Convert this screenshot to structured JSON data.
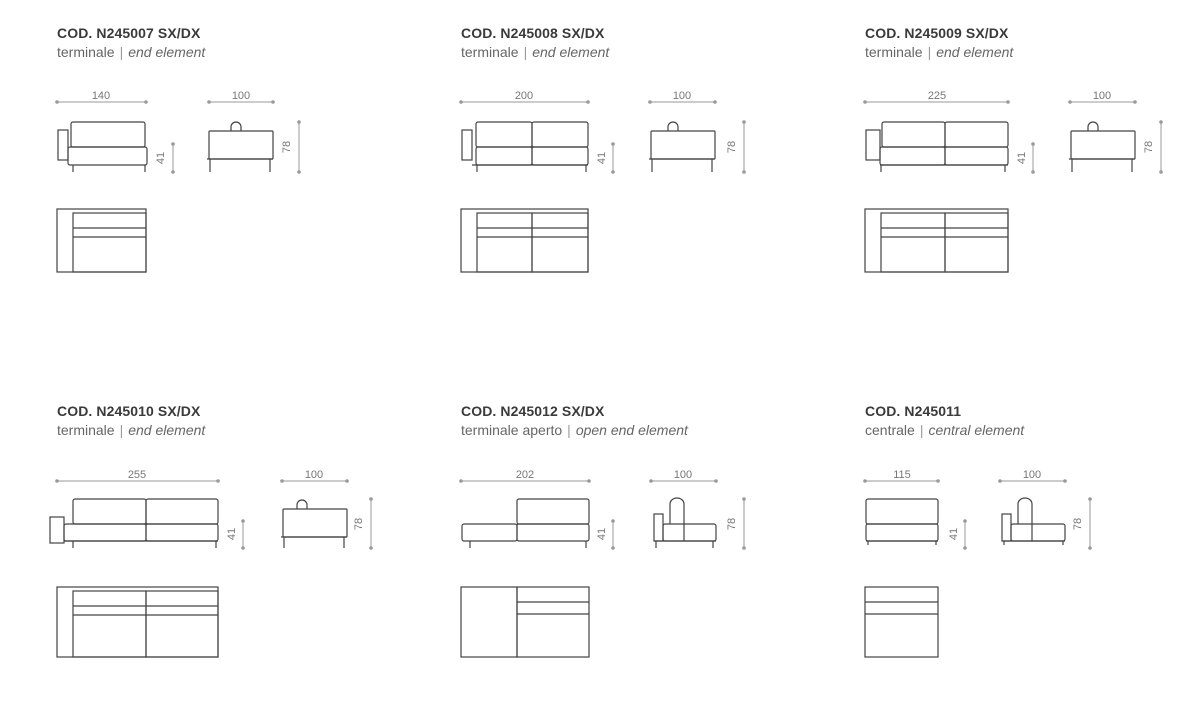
{
  "modules": [
    {
      "code": "COD. N245007 SX/DX",
      "label_it": "terminale",
      "label_en": "end element",
      "width": "140",
      "depth": "100",
      "seat_height": "41",
      "height": "78"
    },
    {
      "code": "COD. N245008 SX/DX",
      "label_it": "terminale",
      "label_en": "end element",
      "width": "200",
      "depth": "100",
      "seat_height": "41",
      "height": "78"
    },
    {
      "code": "COD. N245009 SX/DX",
      "label_it": "terminale",
      "label_en": "end element",
      "width": "225",
      "depth": "100",
      "seat_height": "41",
      "height": "78"
    },
    {
      "code": "COD. N245010 SX/DX",
      "label_it": "terminale",
      "label_en": "end element",
      "width": "255",
      "depth": "100",
      "seat_height": "41",
      "height": "78"
    },
    {
      "code": "COD. N245012 SX/DX",
      "label_it": "terminale aperto",
      "label_en": "open end element",
      "width": "202",
      "depth": "100",
      "seat_height": "41",
      "height": "78"
    },
    {
      "code": "COD. N245011",
      "label_it": "centrale",
      "label_en": "central element",
      "width": "115",
      "depth": "100",
      "seat_height": "41",
      "height": "78"
    }
  ],
  "separator": "|"
}
